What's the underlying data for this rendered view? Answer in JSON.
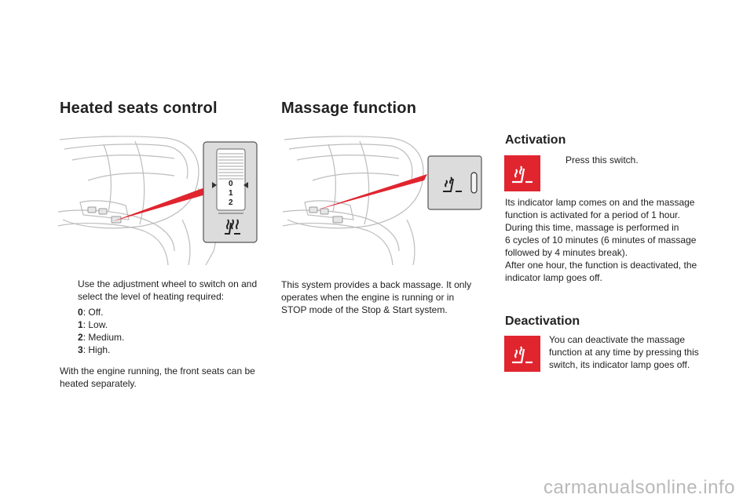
{
  "heated": {
    "title": "Heated seats control",
    "bullet_text": "Use the adjustment wheel to switch on and select the level of heating required:",
    "levels": [
      {
        "num": "0",
        "label": ": Off."
      },
      {
        "num": "1",
        "label": ": Low."
      },
      {
        "num": "2",
        "label": ": Medium."
      },
      {
        "num": "3",
        "label": ": High."
      }
    ],
    "footer_line1": "With the engine running, the front seats can be",
    "footer_line2": "heated separately.",
    "wheel_marks": [
      "0",
      "1",
      "2"
    ]
  },
  "massage": {
    "title": "Massage function",
    "desc_line1": "This system provides a back massage. It only",
    "desc_line2": "operates when the engine is running or in",
    "desc_line3": "STOP mode of the Stop & Start system."
  },
  "activation": {
    "heading": "Activation",
    "bullet_text": "Press this switch.",
    "lines": [
      "Its indicator lamp comes on and the massage",
      "function is activated for a period of 1 hour.",
      "During this time, massage is performed in",
      "6 cycles of 10 minutes (6 minutes of massage",
      "followed by 4 minutes break).",
      "After one hour, the function is deactivated, the",
      "indicator lamp goes off."
    ]
  },
  "deactivation": {
    "heading": "Deactivation",
    "lines": [
      "You can deactivate the massage",
      "function at any time by pressing this",
      "switch, its indicator lamp goes off."
    ]
  },
  "bullet_glyph": "",
  "watermark": "carmanualsonline.info",
  "colors": {
    "accent_red": "#e0252f",
    "line_grey": "#b8b8b8"
  },
  "icons": [
    "seat-heat-icon",
    "seat-massage-icon",
    "bullet-arrow-icon"
  ]
}
